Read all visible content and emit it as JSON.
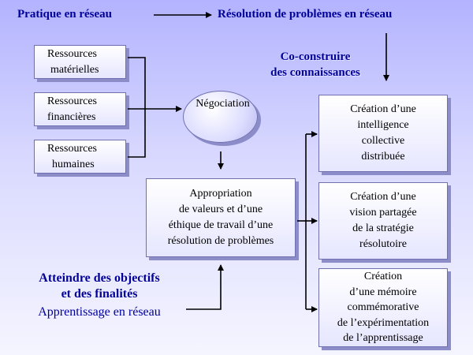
{
  "header": {
    "left_title": "Pratique en réseau",
    "right_title": "Résolution de problèmes en réseau"
  },
  "co_construire": {
    "line1": "Co-construire",
    "line2": "des connaissances"
  },
  "resources": [
    {
      "line1": "Ressources",
      "line2": "matérielles"
    },
    {
      "line1": "Ressources",
      "line2": "financières"
    },
    {
      "line1": "Ressources",
      "line2": "humaines"
    }
  ],
  "negociation": "Négociation",
  "appropriation": {
    "line1": "Appropriation",
    "line2": "de valeurs et d’une",
    "line3": "éthique de travail d’une",
    "line4": "résolution de problèmes"
  },
  "creations": [
    {
      "text": "Création d’une\nintelligence\ncollective\ndistribuée"
    },
    {
      "text": "Création d’une\nvision partagée\nde la stratégie\nrésolutoire"
    },
    {
      "text": "Création\nd’une mémoire\ncommémorative\nde  l’expérimentation\nde l’apprentissage"
    }
  ],
  "footer": {
    "line1": "Atteindre des objectifs",
    "line2": "et des finalités",
    "line3": "Apprentissage en réseau"
  },
  "colors": {
    "title_blue": "#000099",
    "box_shadow": "#8c8cc8"
  }
}
